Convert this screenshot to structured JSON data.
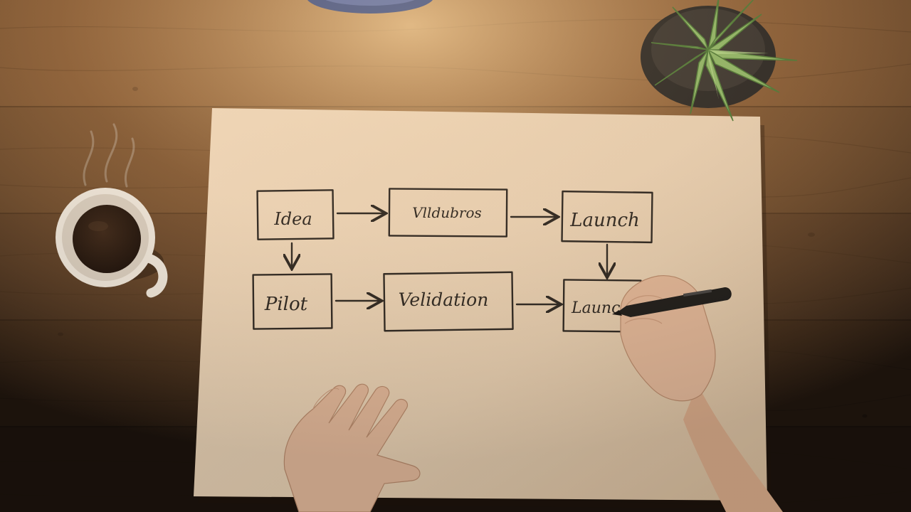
{
  "scene": {
    "description_free": true,
    "colors": {
      "desk_dark": "#2e1f14",
      "desk_mid": "#5a3f2a",
      "desk_light": "#8a6a48",
      "lamp_glow": "#ffd59a",
      "paper": "#e8d2b6",
      "paper_shadow": "#cdb395",
      "ink": "#2a2622",
      "mug_white": "#efe9df",
      "coffee": "#231712",
      "skin": "#e2b89a",
      "plant_green": "#8fb86a",
      "pot": "#2b2a28",
      "marker": "#1b1b1b"
    },
    "icons": [
      "coffee-mug-icon",
      "succulent-plant-icon",
      "marker-pen-icon",
      "desk-lamp-icon"
    ]
  },
  "flowchart": {
    "boxes": [
      {
        "label": "Idea"
      },
      {
        "label": "Vlldubros"
      },
      {
        "label": "Launch"
      },
      {
        "label": "Pilot"
      },
      {
        "label": "Velidation"
      },
      {
        "label": "Launcs"
      }
    ]
  }
}
